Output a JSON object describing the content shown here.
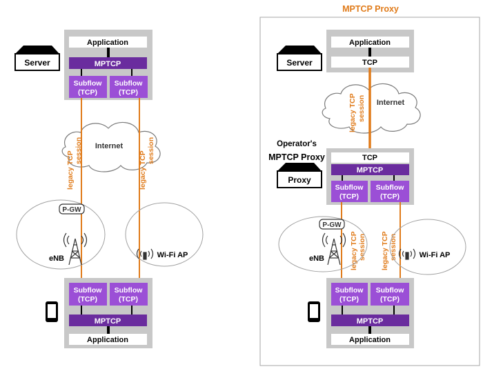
{
  "left": {
    "server_label": "Server",
    "server_stack": {
      "app": "Application",
      "mptcp": "MPTCP",
      "subflow1": [
        "Subflow",
        "(TCP)"
      ],
      "subflow2": [
        "Subflow",
        "(TCP)"
      ]
    },
    "internet_label": "Internet",
    "session_label_1": [
      "legacy TCP",
      "session"
    ],
    "session_label_2": [
      "legacy TCP",
      "session"
    ],
    "pgw_label": "P-GW",
    "enb_label": "eNB",
    "wifi_label": "Wi-Fi AP",
    "client_stack": {
      "subflow1": [
        "Subflow",
        "(TCP)"
      ],
      "subflow2": [
        "Subflow",
        "(TCP)"
      ],
      "mptcp": "MPTCP",
      "app": "Application"
    }
  },
  "right": {
    "title": "MPTCP Proxy",
    "server_label": "Server",
    "server_stack": {
      "app": "Application",
      "tcp": "TCP"
    },
    "internet_label": "Internet",
    "session_label_top": [
      "legacy TCP",
      "session"
    ],
    "operator_label": [
      "Operator's",
      "MPTCP Proxy"
    ],
    "proxy_label": "Proxy",
    "proxy_stack": {
      "tcp": "TCP",
      "mptcp": "MPTCP",
      "subflow1": [
        "Subflow",
        "(TCP)"
      ],
      "subflow2": [
        "Subflow",
        "(TCP)"
      ]
    },
    "pgw_label": "P-GW",
    "enb_label": "eNB",
    "wifi_label": "Wi-Fi AP",
    "session_label_1": [
      "legacy TCP",
      "session"
    ],
    "session_label_2": [
      "legacy TCP",
      "session"
    ],
    "client_stack": {
      "subflow1": [
        "Subflow",
        "(TCP)"
      ],
      "subflow2": [
        "Subflow",
        "(TCP)"
      ],
      "mptcp": "MPTCP",
      "app": "Application"
    }
  },
  "colors": {
    "purple": "#7f3fbf",
    "dark_purple": "#6a2c9e",
    "orange": "#e07b1a",
    "gray": "#c8c8c8",
    "panel_border": "#a6a6a6"
  },
  "icons": [
    "server-icon",
    "cloud-icon",
    "cell-tower-icon",
    "wifi-ap-icon",
    "phone-icon",
    "proxy-icon"
  ]
}
